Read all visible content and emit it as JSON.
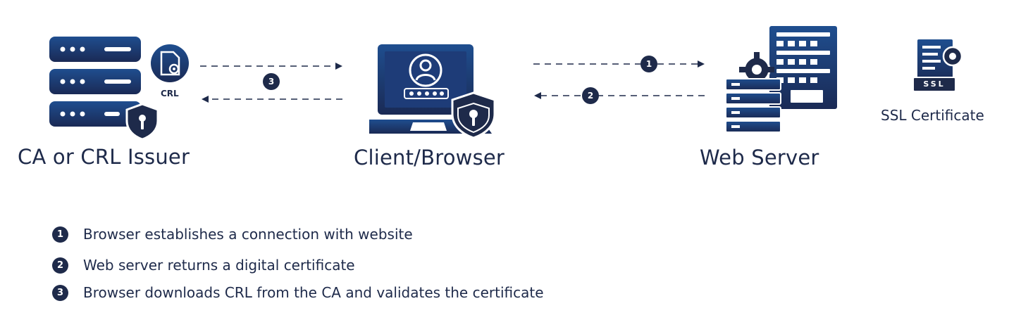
{
  "nodes": {
    "ca": {
      "label": "CA or CRL Issuer",
      "crl_label": "CRL"
    },
    "client": {
      "label": "Client/Browser"
    },
    "server": {
      "label": "Web Server"
    },
    "cert": {
      "label": "SSL Certificate",
      "badge": "SSL"
    }
  },
  "steps": [
    {
      "num": "1",
      "text": "Browser establishes a connection with website"
    },
    {
      "num": "2",
      "text": "Web server returns a digital certificate"
    },
    {
      "num": "3",
      "text": "Browser downloads CRL from the CA and validates the certificate"
    }
  ],
  "colors": {
    "primary": "#1e2a4a",
    "gradient_light": "#1f4e8f",
    "gradient_dark": "#1a2a55"
  }
}
